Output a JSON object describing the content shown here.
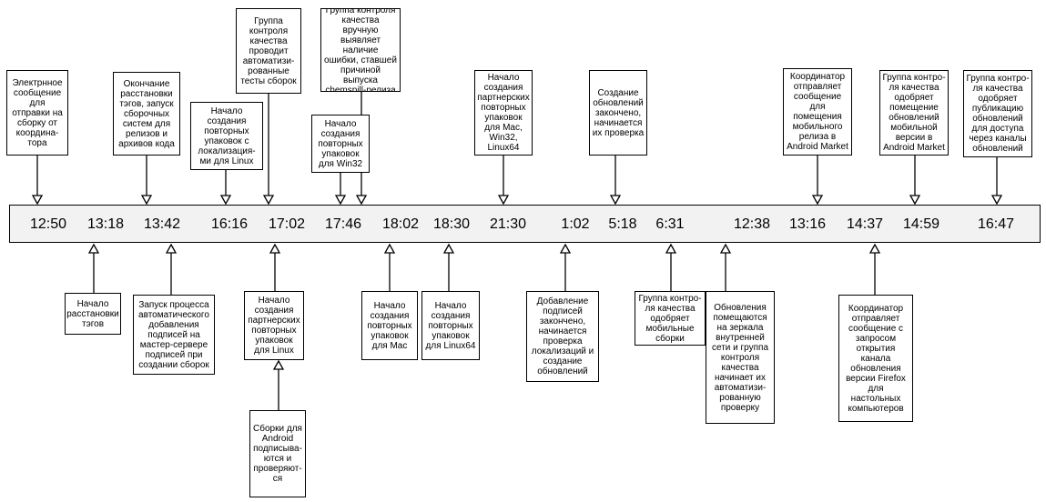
{
  "times": [
    "12:50",
    "13:18",
    "13:42",
    "16:16",
    "17:02",
    "17:46",
    "18:02",
    "18:30",
    "21:30",
    "1:02",
    "5:18",
    "6:31",
    "12:38",
    "13:16",
    "14:37",
    "14:59",
    "16:47"
  ],
  "events_top": [
    {
      "text": "Электрнное\nсообщение\nдля\nотправки на\nсборку от\nкоордина-\nтора"
    },
    {
      "text": "Окончание\nрасстановки\nтэгов, запуск\nсборочных\nсистем для\nрелизов и\nархивов кода"
    },
    {
      "text": "Начало\nсоздания\nповторных\nупаковок с\nлокализация-\nми для Linux"
    },
    {
      "text": "Группа\nконтроля\nкачества\nпроводит\nавтоматизи-\nрованные\nтесты сборок"
    },
    {
      "text": "Начало\nсоздания\nповторных\nупаковок\nдля Win32"
    },
    {
      "text": "Группа контроля\nкачества вручную\nвыявляет наличие\nошибки, ставшей\nпричиной выпуска\nchemspill-релиза"
    },
    {
      "text": "Начало\nсоздания\nпартнерских\nповторных\nупаковок\nдля Mac,\nWin32,\nLinux64"
    },
    {
      "text": "Создание\nобновлений\nзакончено,\nначинается\nих проверка"
    },
    {
      "text": "Координатор\nотправляет\nсообщение\nдля\nпомещения\nмобильного\nрелиза в\nAndroid Market"
    },
    {
      "text": "Группа контро-\nля качества\nодобряет\nпомещение\nобновлений\nмобильной\nверсии в\nAndroid Market"
    },
    {
      "text": "Группа контро-\nля качества\nодобряет\nпубликацию\nобновлений\nдля доступа\nчерез каналы\nобновлений"
    }
  ],
  "events_bottom": [
    {
      "text": "Начало\nрасстановки\nтэгов"
    },
    {
      "text": "Запуск процесса\nавтоматического\nдобавления\nподписей на\nмастер-сервере\nподписей при\nсоздании сборок"
    },
    {
      "text": "Начало\nсоздания\nпартнерских\nповторных\nупаковок\nдля Linux"
    },
    {
      "text": "Сборки для\nAndroid\nподписыва-\nются и\nпроверяют-\nся"
    },
    {
      "text": "Начало\nсоздания\nповторных\nупаковок\nдля Mac"
    },
    {
      "text": "Начало\nсоздания\nповторных\nупаковок\nдля Linux64"
    },
    {
      "text": "Добавление\nподписей\nзакончено,\nначинается\nпроверка\nлокализаций и\nсоздание\nобновлений"
    },
    {
      "text": "Группа контро-\nля качества\nодобряет\nмобильные\nсборки"
    },
    {
      "text": "Обновления\nпомещаются\nна зеркала\nвнутренней\nсети и группа\nконтроля\nкачества\nначинает их\nавтоматизи-\nрованную\nпроверку"
    },
    {
      "text": "Координатор\nотправляет\nсообщение с\nзапросом\nоткрытия\nканала\nобновления\nверсии Firefox\nдля\nнастольных\nкомпьютеров"
    }
  ]
}
